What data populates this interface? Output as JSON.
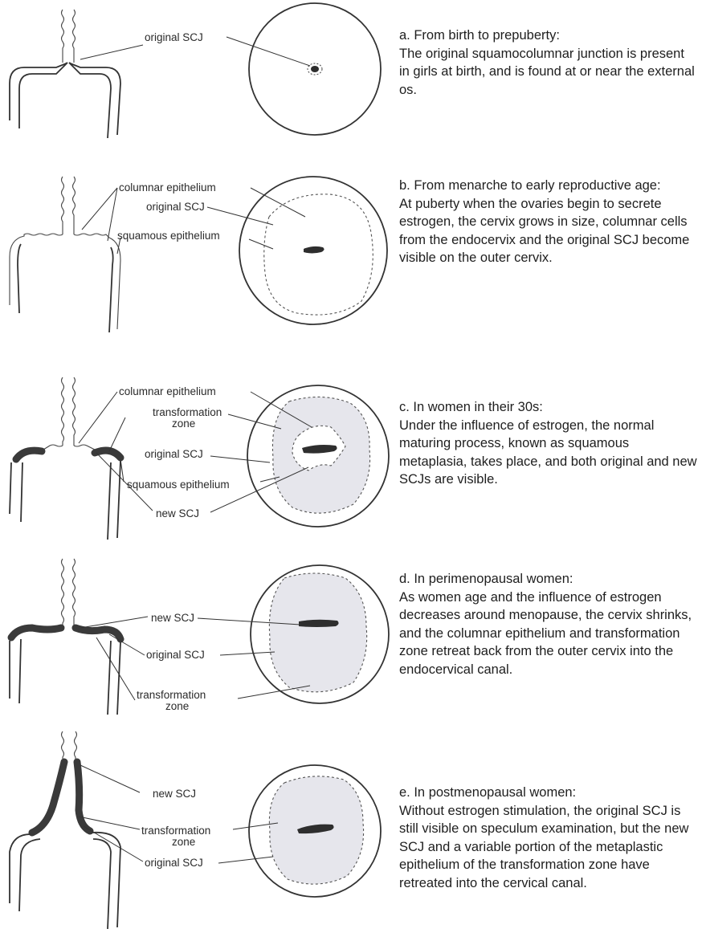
{
  "panels": {
    "a": {
      "labels": {
        "original_scj": "original SCJ"
      },
      "title": "a. From birth to prepuberty:",
      "body": "The original squamocolumnar junction is present in girls at birth, and is found at or near the external os."
    },
    "b": {
      "labels": {
        "columnar_epithelium": "columnar epithelium",
        "original_scj": "original SCJ",
        "squamous_epithelium": "squamous epithelium"
      },
      "title": "b. From menarche to early reproductive age:",
      "body": "At puberty when the ovaries begin to secrete estrogen, the cervix grows in size, columnar cells from the endocervix and the original SCJ become visible on the outer cervix."
    },
    "c": {
      "labels": {
        "columnar_epithelium": "columnar epithelium",
        "transformation": "transformation",
        "zone": "zone",
        "original_scj": "original SCJ",
        "squamous_epithelium": "squamous epithelium",
        "new_scj": "new SCJ"
      },
      "title": "c. In women in their 30s:",
      "body": "Under the influence of estrogen, the normal maturing process, known as squamous metaplasia, takes place, and both original and new SCJs are visible."
    },
    "d": {
      "labels": {
        "new_scj": "new SCJ",
        "original_scj": "original SCJ",
        "transformation": "transformation",
        "zone": "zone"
      },
      "title": "d. In perimenopausal women:",
      "body": "As women age and the influence of estrogen decreases around menopause, the cervix shrinks, and the columnar epithelium and transformation zone retreat back from the outer cervix into the endocervical canal."
    },
    "e": {
      "labels": {
        "new_scj": "new SCJ",
        "transformation": "transformation",
        "zone": "zone",
        "original_scj": "original SCJ"
      },
      "title": "e. In postmenopausal women:",
      "body": "Without estrogen stimulation, the original SCJ is still visible on speculum examination, but the new SCJ and a variable portion of the metaplastic epithelium of the transformation zone have retreated into the cervical canal."
    }
  }
}
